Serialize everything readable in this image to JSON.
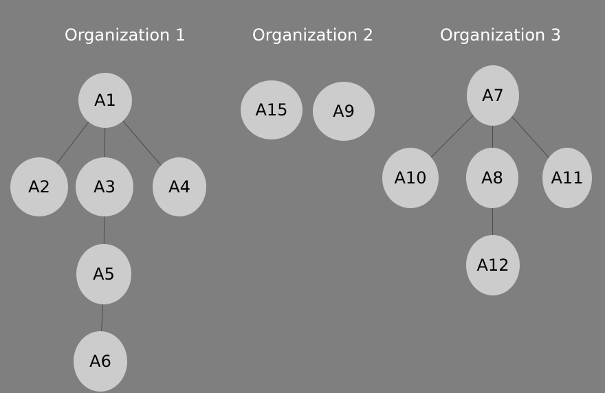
{
  "colors": {
    "background": "#7f7f7f",
    "node_fill": "#cccccc",
    "edge": "#4a4a4a",
    "title_text": "#ffffff"
  },
  "organizations": [
    {
      "title": "Organization 1"
    },
    {
      "title": "Organization 2"
    },
    {
      "title": "Organization 3"
    }
  ],
  "nodes": {
    "A1": "A1",
    "A2": "A2",
    "A3": "A3",
    "A4": "A4",
    "A5": "A5",
    "A6": "A6",
    "A15": "A15",
    "A9": "A9",
    "A7": "A7",
    "A10": "A10",
    "A8": "A8",
    "A11": "A11",
    "A12": "A12"
  },
  "edges": [
    [
      "A1",
      "A2"
    ],
    [
      "A1",
      "A3"
    ],
    [
      "A1",
      "A4"
    ],
    [
      "A3",
      "A5"
    ],
    [
      "A5",
      "A6"
    ],
    [
      "A7",
      "A10"
    ],
    [
      "A7",
      "A8"
    ],
    [
      "A7",
      "A11"
    ],
    [
      "A8",
      "A12"
    ]
  ]
}
